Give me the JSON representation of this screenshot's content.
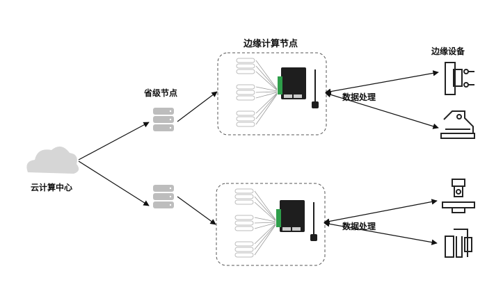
{
  "labels": {
    "cloud": "云计算中心",
    "province": "省级节点",
    "edge_compute": "边缘计算节点",
    "edge_devices": "边缘设备",
    "processing_top": "数据处理",
    "processing_bottom": "数据处理"
  },
  "colors": {
    "cloud": "#d6d6d6",
    "server": "#bdbdbd",
    "frame_border": "#555555",
    "arrow": "#111111",
    "gateway_body": "#1e1e1e",
    "gateway_terminal": "#2e9e4a",
    "device_stroke": "#222222"
  },
  "icons": {
    "cloud": "cloud-icon",
    "province_server": "server-stack-icon",
    "edge_server": "server-stack-icon",
    "gateway": "edge-gateway-icon",
    "device_1": "machine-tool-icon",
    "device_2": "robot-arm-icon",
    "device_3": "press-machine-icon",
    "device_4": "industrial-frame-icon"
  }
}
